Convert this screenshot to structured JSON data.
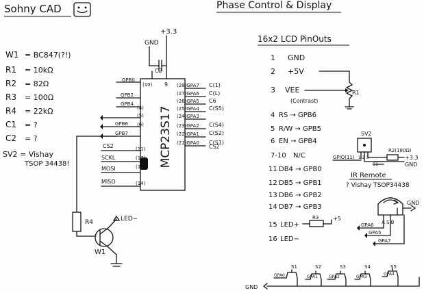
{
  "header": {
    "title_left": "Sohny CAD",
    "title_right": "Phase Control & Display"
  },
  "parts": [
    {
      "ref": "W1",
      "value": "= BC847(?!)"
    },
    {
      "ref": "R1",
      "value": "= 10kΩ"
    },
    {
      "ref": "R2",
      "value": "= 82Ω"
    },
    {
      "ref": "R3",
      "value": "= 100Ω"
    },
    {
      "ref": "R4",
      "value": "= 22kΩ"
    },
    {
      "ref": "C1",
      "value": "= ?"
    },
    {
      "ref": "C2",
      "value": "= ?"
    }
  ],
  "sv2_note": {
    "line1": "SV2 = Vishay",
    "line2": "TSOP 34438!"
  },
  "chip": {
    "name": "MCP23S17",
    "vcc": "+3.3",
    "gnd": "GND",
    "cap": "C2",
    "pin_9": "9",
    "pin_10": "(10)",
    "left_pins": [
      "GPB0",
      "GPB2",
      "GPB4",
      "(4)",
      "(5)",
      "(6)",
      "GPB6",
      "GPB7",
      "(11)",
      "(12)",
      "(13)",
      "(14)"
    ],
    "left_nets": [
      "CS2",
      "SCKL",
      "MOSI",
      "MISO"
    ],
    "right_pins": [
      "(28)GPA7",
      "(27)GPA6",
      "(26)GPA5",
      "(25)GPA4",
      "(24)GPA3",
      "(23)GPA2",
      "(22)GPA1",
      "(21)GPA0"
    ],
    "right_nets": [
      "C(1)",
      "C(L)",
      "C6",
      "C(S5)",
      "C(S4)",
      "C(S2)",
      "C(S1)",
      "CS2"
    ]
  },
  "lcd": {
    "title": "16x2 LCD PinOuts",
    "pins": [
      {
        "num": "1",
        "label": "GND"
      },
      {
        "num": "2",
        "label": "+5V"
      },
      {
        "num": "3",
        "label": "VEE"
      },
      {
        "num": "4",
        "label": "RS → GPB6"
      },
      {
        "num": "5",
        "label": "R/W → GPB5"
      },
      {
        "num": "6",
        "label": "EN → GPB4"
      },
      {
        "num": "7-10",
        "label": "N/C"
      },
      {
        "num": "11",
        "label": "DB4 → GPB0"
      },
      {
        "num": "12",
        "label": "DB5 → GPB1"
      },
      {
        "num": "13",
        "label": "DB6 → GPB2"
      },
      {
        "num": "14",
        "label": "DB7 → GPB3"
      },
      {
        "num": "15",
        "label": "LED+"
      },
      {
        "num": "16",
        "label": "LED−"
      }
    ],
    "vee_note": "(Contrast)",
    "r1": "R1",
    "r3": "R3",
    "plus5": "+5"
  },
  "ir": {
    "sv2": "SV2",
    "r2": "R2(180Ω)",
    "gpio": "GPIO(11)",
    "pins": "1 2 3",
    "c1": "C1",
    "v33": "+3.3",
    "gnd": "GND",
    "title": "IR Remote",
    "part": "? Vishay TSOP34438"
  },
  "encoder": {
    "gnd": "GND",
    "pins": "A S B",
    "net_a": "GPA6",
    "net_b": "GPA5",
    "net_c": "GPA7"
  },
  "transistor": {
    "r4": "R4",
    "led": "LED−",
    "w1": "W1"
  },
  "switches": {
    "labels": [
      "S1",
      "S2",
      "S3",
      "S4",
      "S5"
    ],
    "nets": [
      "GPA0",
      "GPA1",
      "GPA2",
      "GPA3",
      "GPA4"
    ],
    "gnd": "GND"
  }
}
